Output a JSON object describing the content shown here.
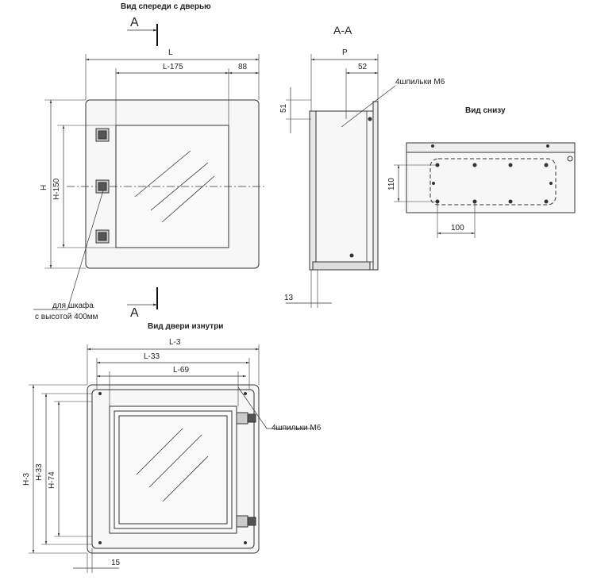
{
  "views": {
    "front_title": "Вид спереди с дверью",
    "section_title": "А-А",
    "bottom_title": "Вид снизу",
    "door_title": "Вид двери изнутри"
  },
  "section_marks": {
    "top": "А",
    "bottom": "А"
  },
  "dimensions": {
    "front": {
      "L": "L",
      "L175": "L-175",
      "d88": "88",
      "H": "H",
      "H150": "H-150"
    },
    "section": {
      "P": "P",
      "d52": "52",
      "d51": "51",
      "d13": "13"
    },
    "bottom": {
      "d110": "110",
      "d100": "100"
    },
    "door": {
      "L3": "L-3",
      "L33": "L-33",
      "L69": "L-69",
      "H3": "H-3",
      "H33": "H-33",
      "H74": "H-74",
      "d15": "15"
    }
  },
  "notes": {
    "studs_section": "4шпильки М6",
    "studs_door": "4шпильки М6",
    "cabinet_note_line1": "для шкафа",
    "cabinet_note_line2": "с высотой 400мм"
  },
  "colors": {
    "line": "#333333",
    "fill": "#f4f4f4",
    "dark": "#111111"
  }
}
